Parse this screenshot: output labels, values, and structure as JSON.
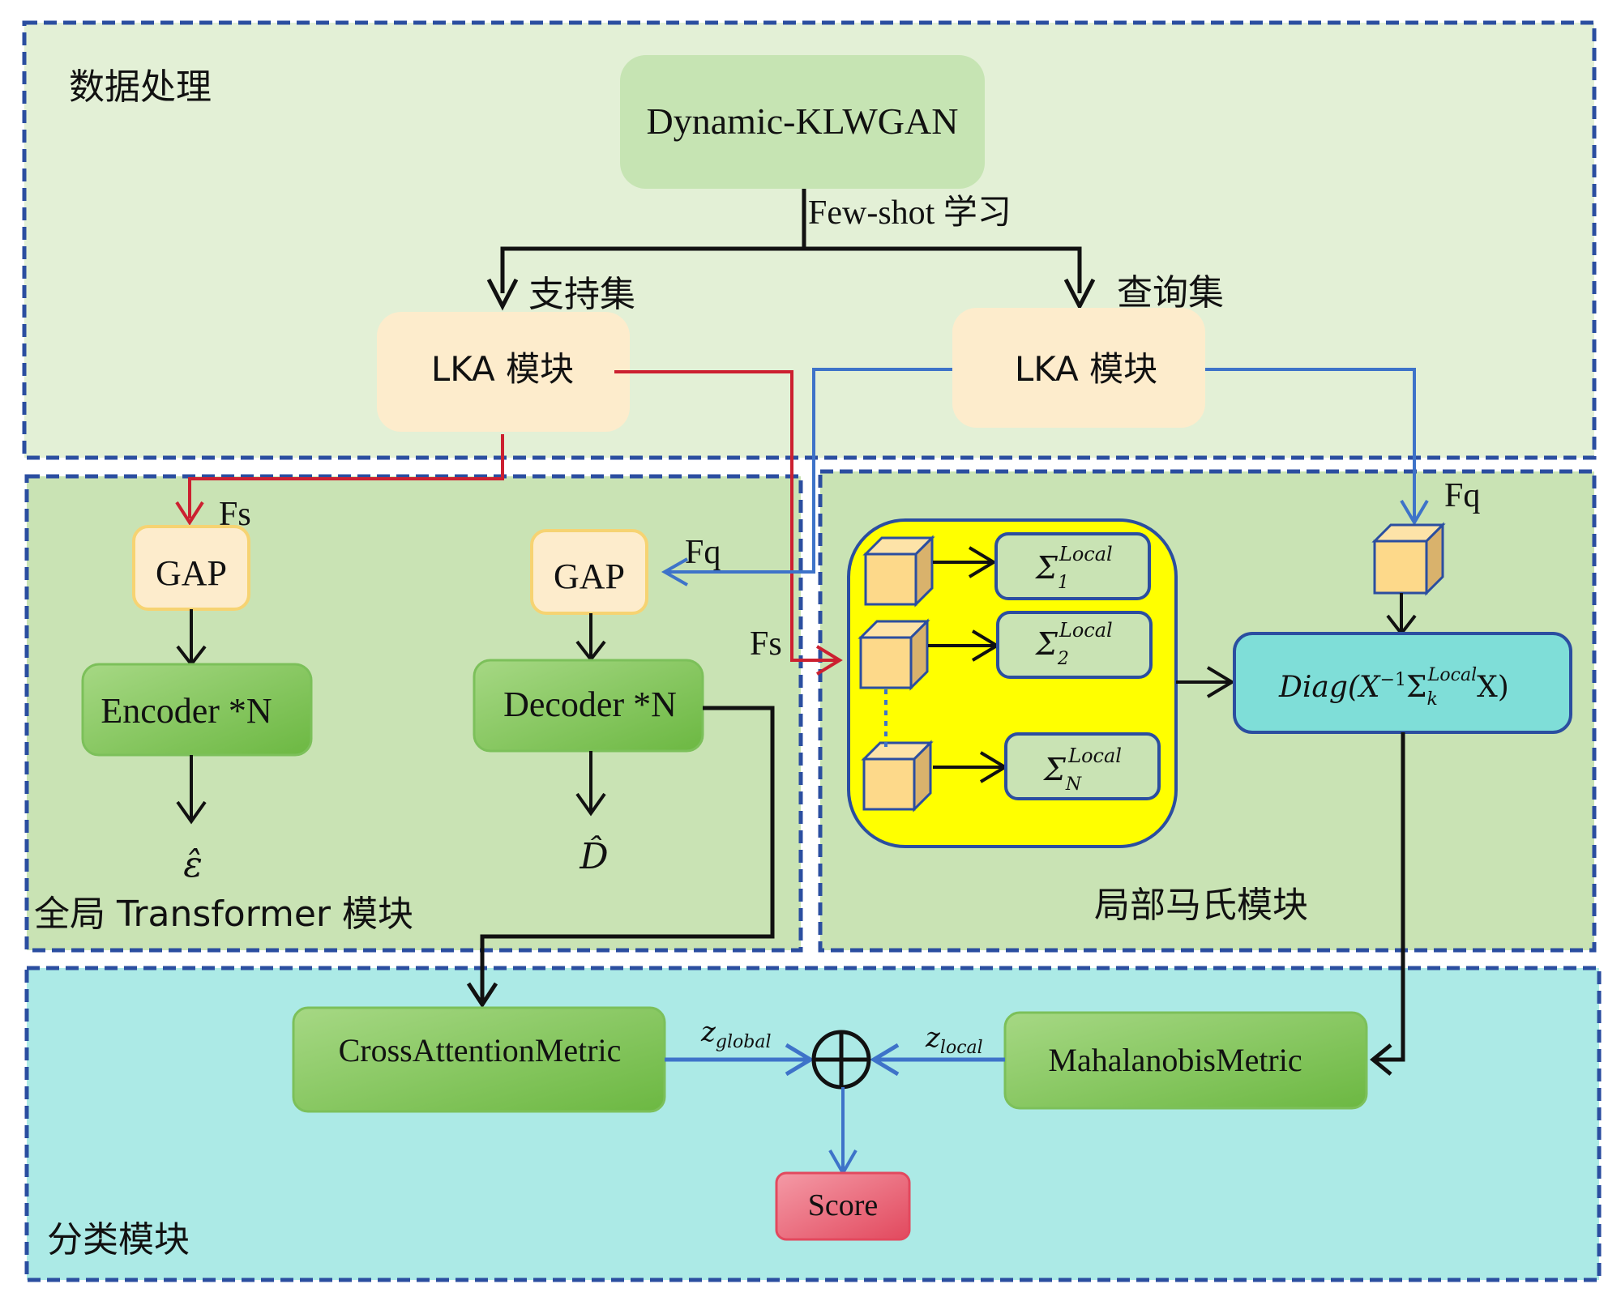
{
  "colors": {
    "dashed_border": "#2b4ea0",
    "data_section_bg": "#e3f0d6",
    "global_section_bg": "#c9e3b4",
    "local_section_bg": "#c9e3b4",
    "classify_section_bg": "#aceae6",
    "support_flow": "#cc2030",
    "query_flow": "#3e73c9",
    "lka_fill": "#fdeccc",
    "gan_fill": "#c6e4b3",
    "gap_fill": "#fdeccc",
    "gap_border": "#f6d372",
    "green_block": "#7fc45c",
    "yellow_panel": "#ffff00",
    "sigma_box_fill": "#c9e3b4",
    "diag_fill": "#7fded8",
    "cube_front": "#fdd98a",
    "cube_side": "#d9b26c",
    "score_fill": "#ea6a7a"
  },
  "sections": {
    "data_processing": {
      "title": "数据处理"
    },
    "global_transformer": {
      "title": "全局 Transformer 模块"
    },
    "local_mahalanobis": {
      "title": "局部马氏模块"
    },
    "classification": {
      "title": "分类模块"
    }
  },
  "nodes": {
    "gan": "Dynamic-KLWGAN",
    "few_shot": "Few-shot 学习",
    "support_set": "支持集",
    "query_set": "查询集",
    "lka_support": "LKA 模块",
    "lka_query": "LKA 模块",
    "gap_support": "GAP",
    "gap_query": "GAP",
    "encoder": "Encoder *N",
    "decoder": "Decoder *N",
    "encoder_out": "ε̂",
    "decoder_out": "D̂",
    "fs_label_1": "Fs",
    "fs_label_2": "Fs",
    "fq_label_1": "Fq",
    "fq_label_2": "Fq",
    "sigma": [
      {
        "base": "Σ",
        "sub": "1",
        "sup": "Local"
      },
      {
        "base": "Σ",
        "sub": "2",
        "sup": "Local"
      },
      {
        "base": "Σ",
        "sub": "N",
        "sup": "Local"
      }
    ],
    "diag": {
      "prefix": "Diag(X",
      "exp": "−1",
      "sigma": "Σ",
      "sub": "k",
      "sup": "Local",
      "suffix": "X)"
    },
    "cross_attention": "CrossAttentionMetric",
    "mahalanobis": "MahalanobisMetric",
    "z_global": {
      "base": "z",
      "sub": "global"
    },
    "z_local": {
      "base": "z",
      "sub": "local"
    },
    "score": "Score"
  }
}
